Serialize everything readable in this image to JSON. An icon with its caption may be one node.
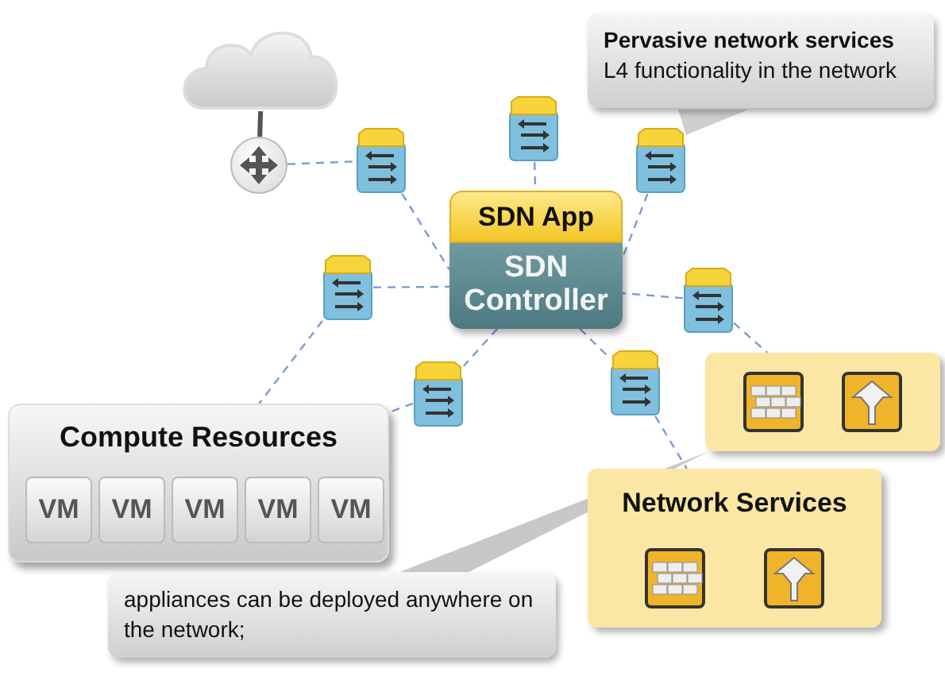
{
  "diagram": {
    "nodes": [
      {
        "text": [],
        "shape": "cloud"
      },
      {
        "text": [],
        "shape": "circle"
      },
      {
        "text": [],
        "shape": "box"
      },
      {
        "text": [],
        "shape": "box"
      },
      {
        "text": [],
        "shape": "box"
      },
      {
        "text": [],
        "shape": "box"
      },
      {
        "text": [],
        "shape": "box"
      },
      {
        "text": [],
        "shape": "box"
      },
      {
        "text": [],
        "shape": "box"
      },
      {
        "text": [
          "SDN App"
        ]
      },
      {
        "text": [
          "SDN Controller"
        ]
      },
      {
        "text": [
          "Compute Resources"
        ]
      },
      {
        "text": [
          "VM"
        ],
        "in": 11
      },
      {
        "text": [
          "VM"
        ],
        "in": 11
      },
      {
        "text": [
          "VM"
        ],
        "in": 11
      },
      {
        "text": [
          "VM"
        ],
        "in": 11
      },
      {
        "text": [
          "VM"
        ],
        "in": 11
      },
      {
        "text": [],
        "shape": "box"
      },
      {
        "text": [
          "Network Services"
        ]
      },
      {
        "text": [
          "Pervasive network services",
          "L4 functionality in the network"
        ]
      },
      {
        "text": [
          "appliances can be deployed anywhere on the network;"
        ]
      }
    ],
    "edges": [
      {
        "from": 0,
        "to": 1,
        "arrow": "none",
        "style": "thick",
        "color": "#555555"
      },
      {
        "from": 1,
        "to": 2,
        "arrow": "none",
        "style": "dashed"
      },
      {
        "from": 2,
        "to": 10,
        "arrow": "none",
        "style": "dashed"
      },
      {
        "from": 3,
        "to": 9,
        "arrow": "none",
        "style": "dashed"
      },
      {
        "from": 4,
        "to": 10,
        "arrow": "none",
        "style": "dashed"
      },
      {
        "from": 5,
        "to": 10,
        "arrow": "none",
        "style": "dashed"
      },
      {
        "from": 6,
        "to": 10,
        "arrow": "none",
        "style": "dashed"
      },
      {
        "from": 6,
        "to": 17,
        "arrow": "none",
        "style": "dashed"
      },
      {
        "from": 5,
        "to": 11,
        "arrow": "none",
        "style": "dashed"
      },
      {
        "from": 10,
        "to": 7,
        "arrow": "none",
        "style": "dashed"
      },
      {
        "from": 10,
        "to": 8,
        "arrow": "none",
        "style": "dashed"
      },
      {
        "from": 7,
        "to": 11,
        "arrow": "none",
        "style": "dashed"
      },
      {
        "from": 8,
        "to": 18,
        "arrow": "none",
        "style": "dashed"
      },
      {
        "from": 19,
        "to": 4,
        "arrow": "none",
        "color": "#cfcfcf"
      },
      {
        "from": 20,
        "to": 17,
        "arrow": "none",
        "color": "#c8c8c8"
      }
    ]
  }
}
